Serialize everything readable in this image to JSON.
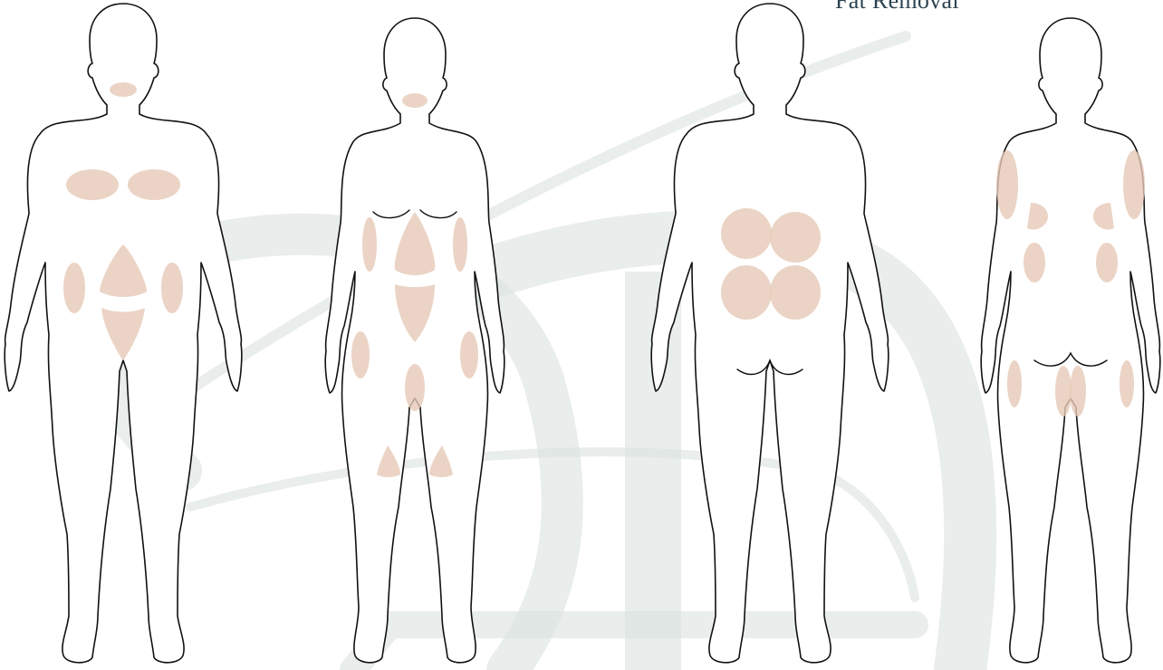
{
  "caption": {
    "text": "Fat Removal"
  },
  "colors": {
    "zone": "#e6c9b6",
    "outline": "#111111",
    "watermark": "#dde3e1",
    "caption": "#2d4350"
  },
  "figures": [
    {
      "name": "male-front",
      "zones": [
        "chin",
        "chest-left",
        "chest-right",
        "upper-abdomen",
        "lower-abdomen",
        "flank-left",
        "flank-right"
      ]
    },
    {
      "name": "female-front",
      "zones": [
        "chin",
        "upper-abdomen",
        "lower-abdomen",
        "flank-left",
        "flank-right",
        "hip-left",
        "hip-right",
        "thigh-inner",
        "knee-left",
        "knee-right"
      ]
    },
    {
      "name": "male-back",
      "zones": [
        "upper-back-left",
        "upper-back-right",
        "lower-back-left",
        "lower-back-right"
      ]
    },
    {
      "name": "female-back",
      "zones": [
        "arm-left",
        "arm-right",
        "bra-line-left",
        "bra-line-right",
        "love-handle-left",
        "love-handle-right",
        "inner-thigh-left",
        "inner-thigh-right",
        "outer-thigh-left",
        "outer-thigh-right"
      ]
    }
  ]
}
